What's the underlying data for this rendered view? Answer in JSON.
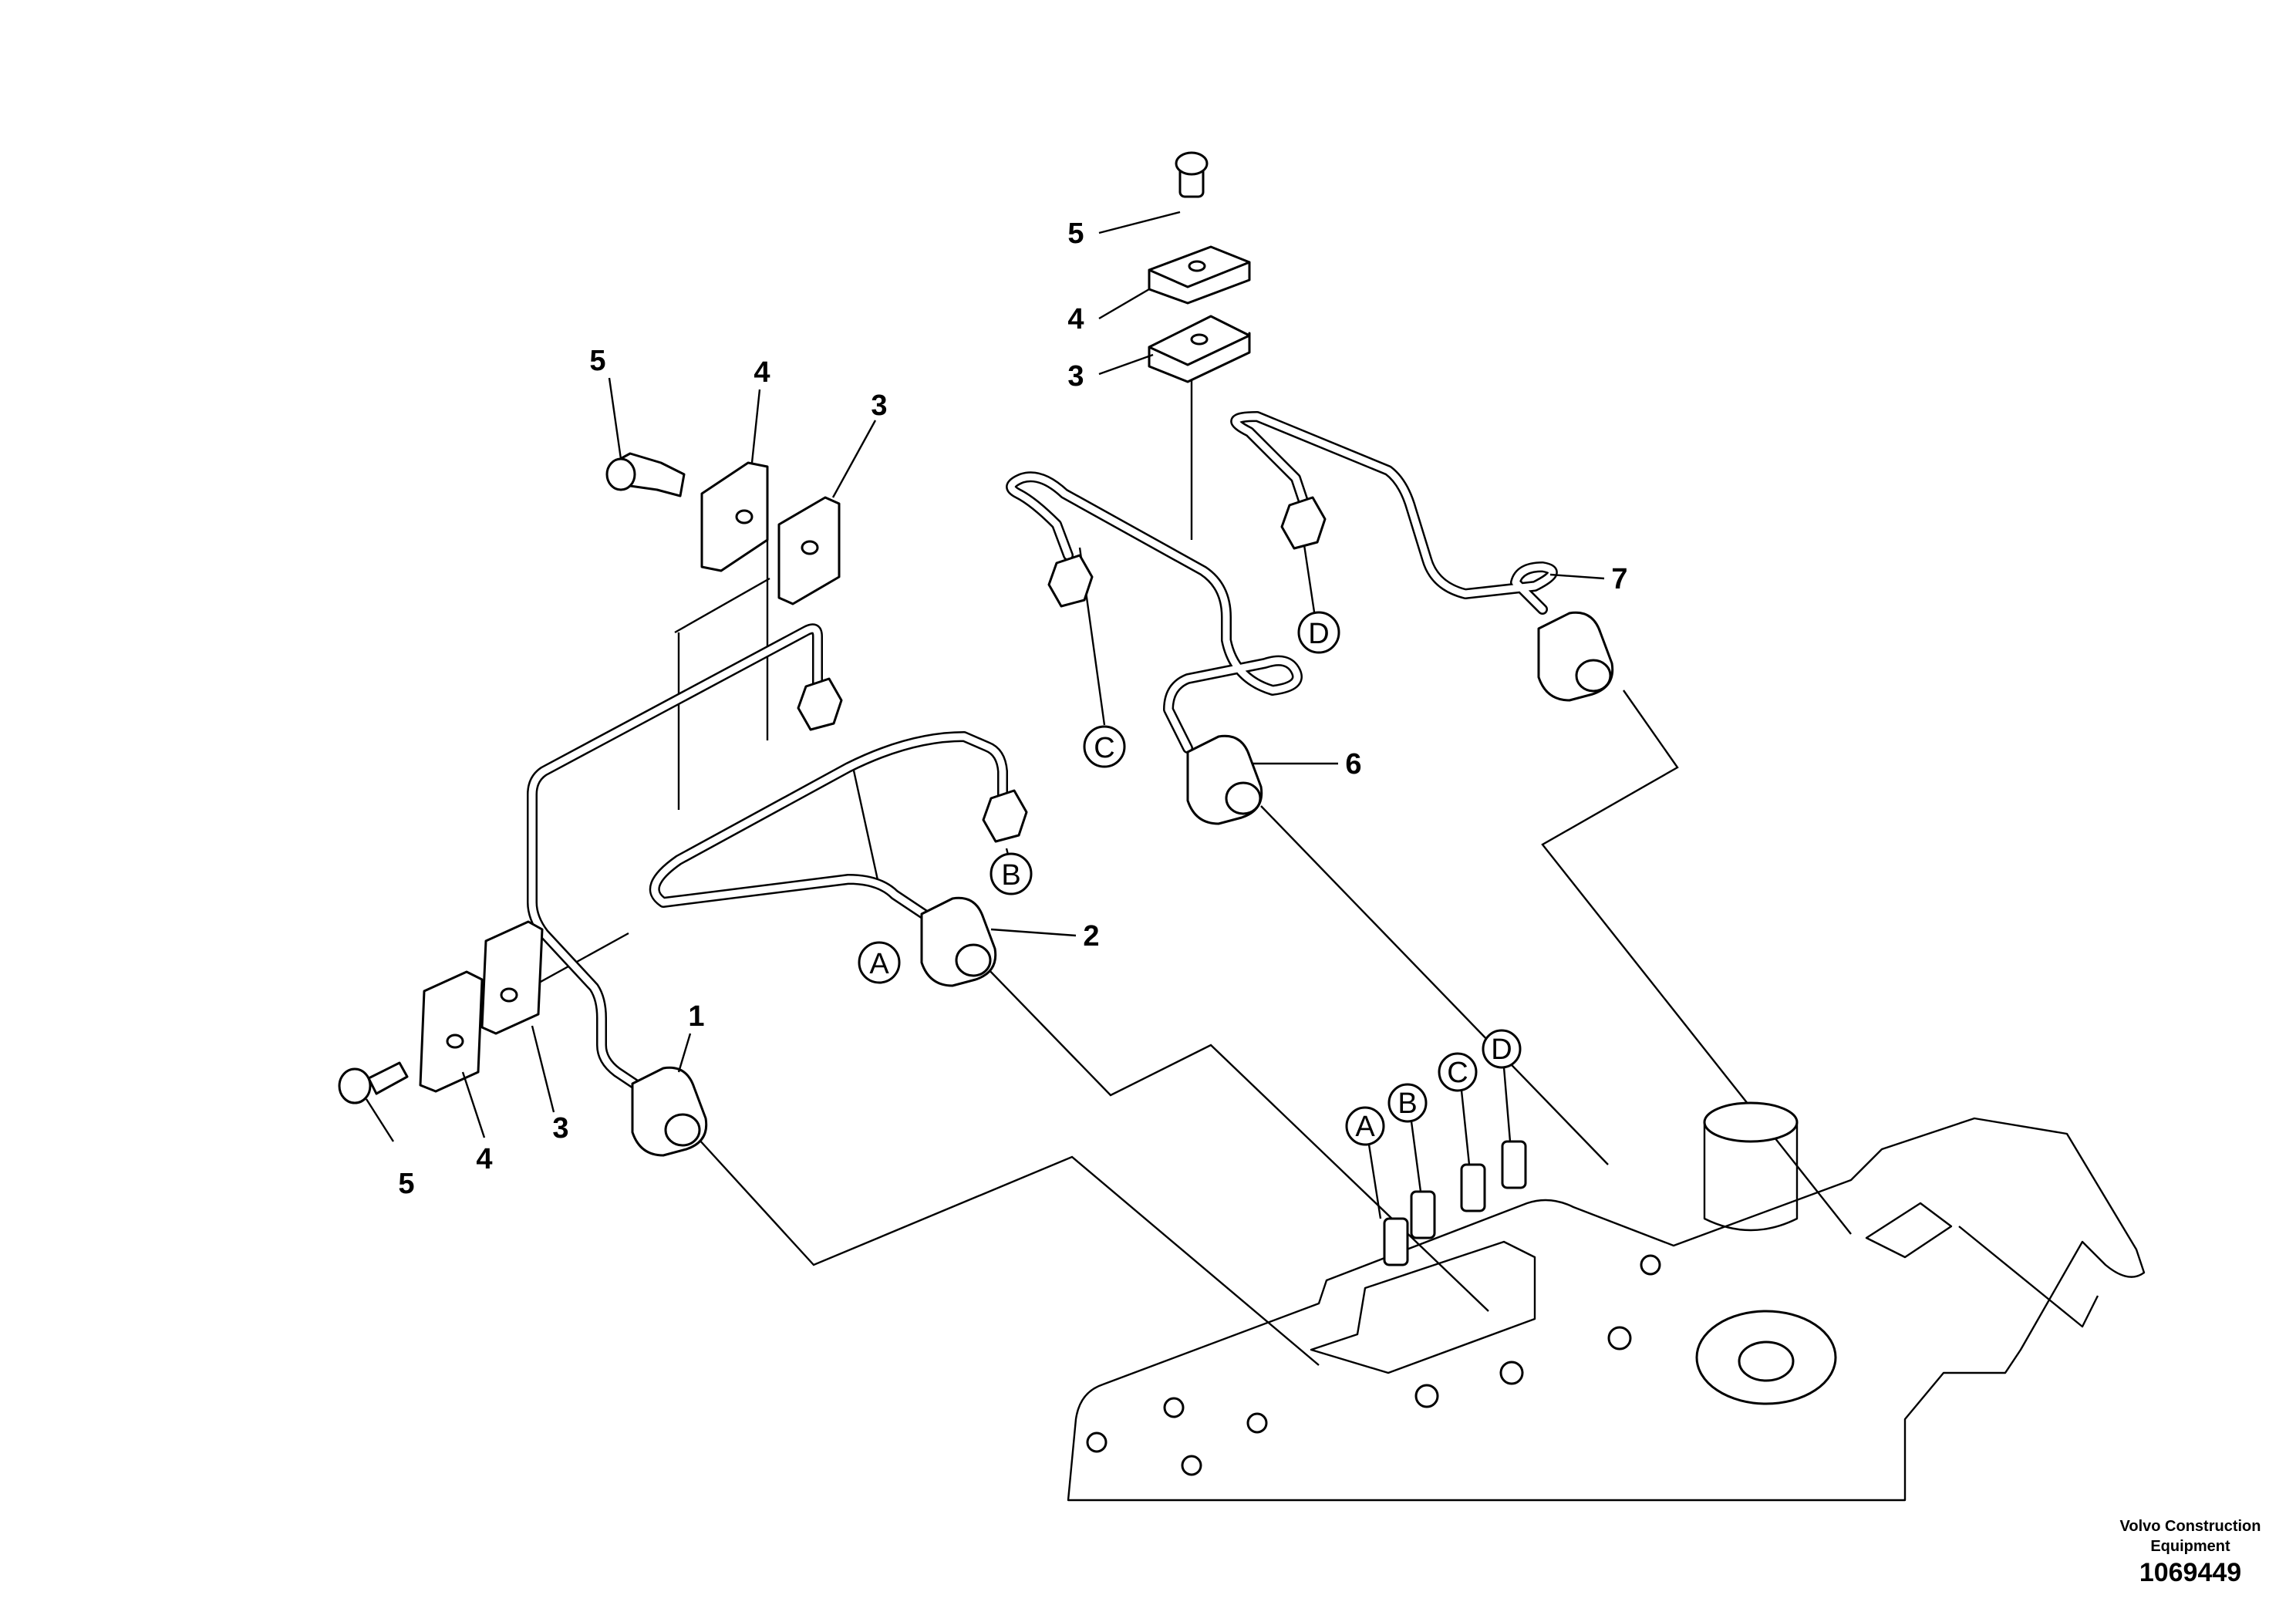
{
  "diagram": {
    "callouts": {
      "pipe_1": "1",
      "pipe_2": "2",
      "clamp_3": "3",
      "clamp_4": "4",
      "screw_5": "5",
      "pipe_6": "6",
      "pipe_7": "7"
    },
    "connection_labels": {
      "a": "A",
      "b": "B",
      "c": "C",
      "d": "D"
    }
  },
  "footer": {
    "company_line1": "Volvo Construction",
    "company_line2": "Equipment",
    "doc_number": "1069449"
  }
}
